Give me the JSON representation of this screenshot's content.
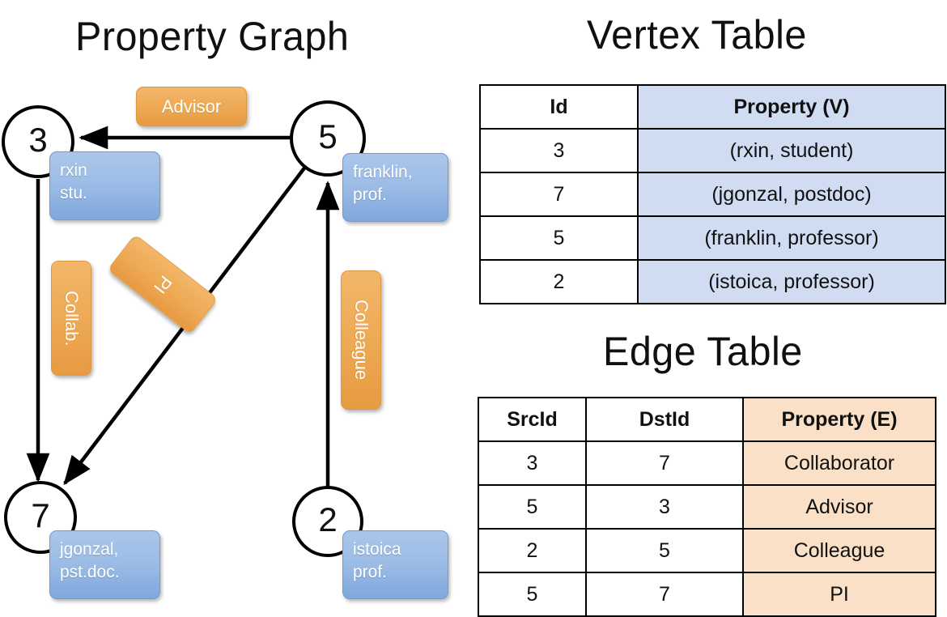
{
  "graph": {
    "title": "Property Graph",
    "nodes": [
      {
        "id": "3",
        "property_lines": [
          "rxin",
          "stu."
        ]
      },
      {
        "id": "5",
        "property_lines": [
          "franklin,",
          "prof."
        ]
      },
      {
        "id": "7",
        "property_lines": [
          "jgonzal,",
          "pst.doc."
        ]
      },
      {
        "id": "2",
        "property_lines": [
          "istoica",
          "prof."
        ]
      }
    ],
    "edge_labels": [
      {
        "text": "Advisor",
        "orientation": "horizontal"
      },
      {
        "text": "Collab.",
        "orientation": "vertical"
      },
      {
        "text": "PI",
        "orientation": "diagonal"
      },
      {
        "text": "Colleague",
        "orientation": "vertical"
      }
    ],
    "colors": {
      "vertex_box": "#9dbde6",
      "edge_box": "#eeaa55",
      "node_stroke": "#000000"
    }
  },
  "vertex_table": {
    "title": "Vertex Table",
    "headers": [
      "Id",
      "Property (V)"
    ],
    "rows": [
      {
        "id": "3",
        "property": "(rxin, student)"
      },
      {
        "id": "7",
        "property": "(jgonzal, postdoc)"
      },
      {
        "id": "5",
        "property": "(franklin, professor)"
      },
      {
        "id": "2",
        "property": "(istoica, professor)"
      }
    ],
    "highlight_color": "#cfdcf1"
  },
  "edge_table": {
    "title": "Edge Table",
    "headers": [
      "SrcId",
      "DstId",
      "Property (E)"
    ],
    "rows": [
      {
        "src": "3",
        "dst": "7",
        "property": "Collaborator"
      },
      {
        "src": "5",
        "dst": "3",
        "property": "Advisor"
      },
      {
        "src": "2",
        "dst": "5",
        "property": "Colleague"
      },
      {
        "src": "5",
        "dst": "7",
        "property": "PI"
      }
    ],
    "highlight_color": "#f9e0c6"
  }
}
